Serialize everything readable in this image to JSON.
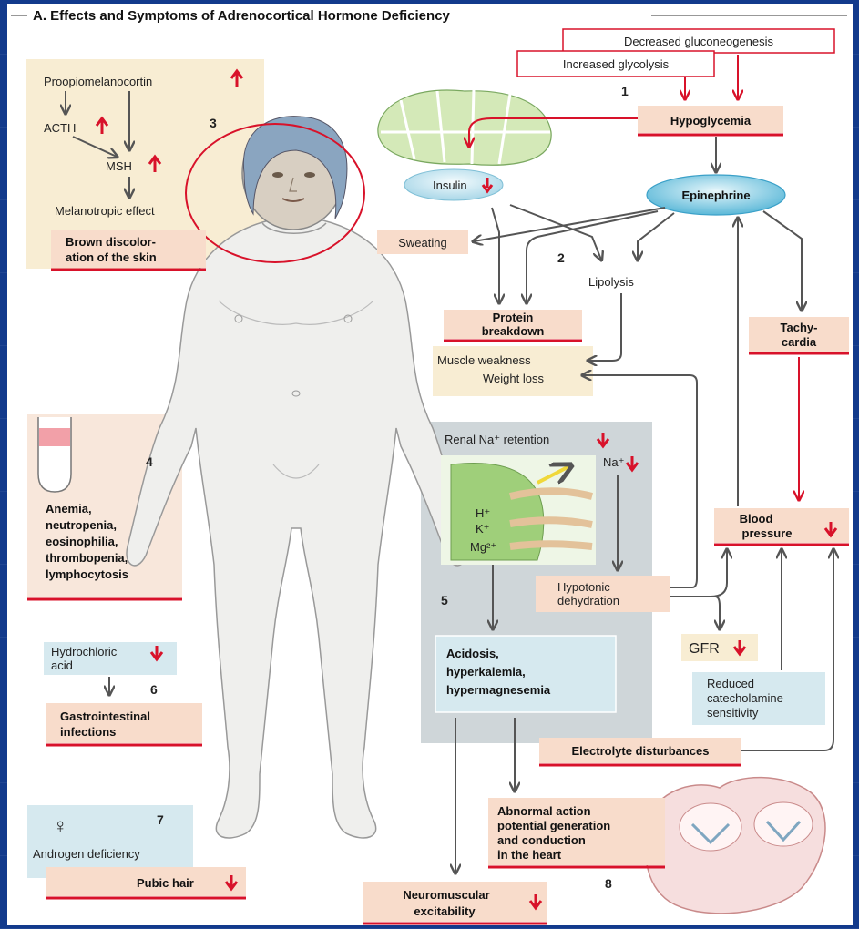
{
  "title": "A. Effects and Symptoms of Adrenocortical Hormone Deficiency",
  "section_numbers": [
    "1",
    "2",
    "3",
    "4",
    "5",
    "6",
    "7",
    "8"
  ],
  "labels": {
    "decreased_gluconeogenesis": "Decreased gluconeogenesis",
    "increased_glycolysis": "Increased glycolysis",
    "hypoglycemia": "Hypoglycemia",
    "insulin": "Insulin",
    "epinephrine": "Epinephrine",
    "proopiomelanocortin": "Proopiomelanocortin",
    "acth": "ACTH",
    "msh": "MSH",
    "melanotropic_effect": "Melanotropic effect",
    "brown_discoloration_1": "Brown discolor-",
    "brown_discoloration_2": "ation of the skin",
    "sweating": "Sweating",
    "lipolysis": "Lipolysis",
    "protein_breakdown_1": "Protein",
    "protein_breakdown_2": "breakdown",
    "tachycardia_1": "Tachy-",
    "tachycardia_2": "cardia",
    "muscle_weakness": "Muscle weakness",
    "weight_loss": "Weight loss",
    "renal_na_retention": "Renal Na⁺ retention",
    "na_decrease": "Na⁺",
    "h_ion": "H⁺",
    "k_ion": "K⁺",
    "mg_ion": "Mg²⁺",
    "blood_pressure_1": "Blood",
    "blood_pressure_2": "pressure",
    "hypotonic_dehydration_1": "Hypotonic",
    "hypotonic_dehydration_2": "dehydration",
    "gfr": "GFR",
    "acidosis_1": "Acidosis,",
    "acidosis_2": "hyperkalemia,",
    "acidosis_3": "hypermagnesemia",
    "reduced_catecholamine_1": "Reduced",
    "reduced_catecholamine_2": "catecholamine",
    "reduced_catecholamine_3": "sensitivity",
    "electrolyte_disturbances": "Electrolyte disturbances",
    "anemia_1": "Anemia,",
    "anemia_2": "neutropenia,",
    "anemia_3": "eosinophilia,",
    "anemia_4": "thrombopenia,",
    "anemia_5": "lymphocytosis",
    "hydrochloric_acid_1": "Hydrochloric",
    "hydrochloric_acid_2": "acid",
    "gi_infections_1": "Gastrointestinal",
    "gi_infections_2": "infections",
    "female_symbol": "♀",
    "androgen_deficiency": "Androgen deficiency",
    "pubic_hair": "Pubic hair",
    "abnormal_action_1": "Abnormal action",
    "abnormal_action_2": "potential generation",
    "abnormal_action_3": "and conduction",
    "abnormal_action_4": "in the heart",
    "neuromuscular_1": "Neuromuscular",
    "neuromuscular_2": "excitability"
  },
  "icons": [
    "up-arrow-icon",
    "down-arrow-icon",
    "female-symbol-icon"
  ],
  "colors": {
    "accent_red": "#d8122a",
    "peach_box": "#f8dccb",
    "blue_box": "#d6e9ef",
    "cream_box": "#f8edd3",
    "renal_gray": "#cfd6d9",
    "background": "#123a8c"
  }
}
